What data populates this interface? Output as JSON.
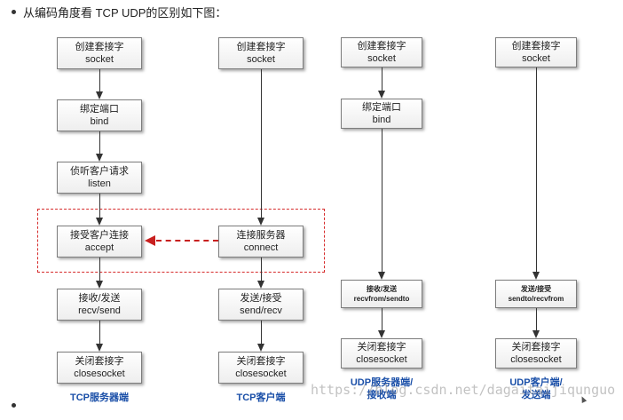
{
  "heading": "从编码角度看 TCP UDP的区别如下图：",
  "columns": [
    {
      "id": "tcp-server",
      "caption": [
        "TCP服务器端"
      ],
      "steps": [
        {
          "zh": "创建套接字",
          "en": "socket"
        },
        {
          "zh": "绑定端口",
          "en": "bind"
        },
        {
          "zh": "侦听客户请求",
          "en": "listen"
        },
        {
          "zh": "接受客户连接",
          "en": "accept"
        },
        {
          "zh": "接收/发送",
          "en": "recv/send"
        },
        {
          "zh": "关闭套接字",
          "en": "closesocket"
        }
      ]
    },
    {
      "id": "tcp-client",
      "caption": [
        "TCP客户端"
      ],
      "steps": [
        {
          "zh": "创建套接字",
          "en": "socket"
        },
        {
          "zh": "连接服务器",
          "en": "connect"
        },
        {
          "zh": "发送/接受",
          "en": "send/recv"
        },
        {
          "zh": "关闭套接字",
          "en": "closesocket"
        }
      ]
    },
    {
      "id": "udp-server",
      "caption": [
        "UDP服务器端/",
        "接收端"
      ],
      "steps": [
        {
          "zh": "创建套接字",
          "en": "socket"
        },
        {
          "zh": "绑定端口",
          "en": "bind"
        },
        {
          "zh": "接收/发送",
          "en": "recvfrom/sendto"
        },
        {
          "zh": "关闭套接字",
          "en": "closesocket"
        }
      ]
    },
    {
      "id": "udp-client",
      "caption": [
        "UDP客户端/",
        "发送端"
      ],
      "steps": [
        {
          "zh": "创建套接字",
          "en": "socket"
        },
        {
          "zh": "发送/接受",
          "en": "sendto/recvfrom"
        },
        {
          "zh": "关闭套接字",
          "en": "closesocket"
        }
      ]
    }
  ],
  "watermark": "https://blog.csdn.net/dagaitaijiqunguo",
  "colors": {
    "caption": "#1a4fa8",
    "dashed": "#d62b2b",
    "box_border": "#7d7d7d"
  }
}
